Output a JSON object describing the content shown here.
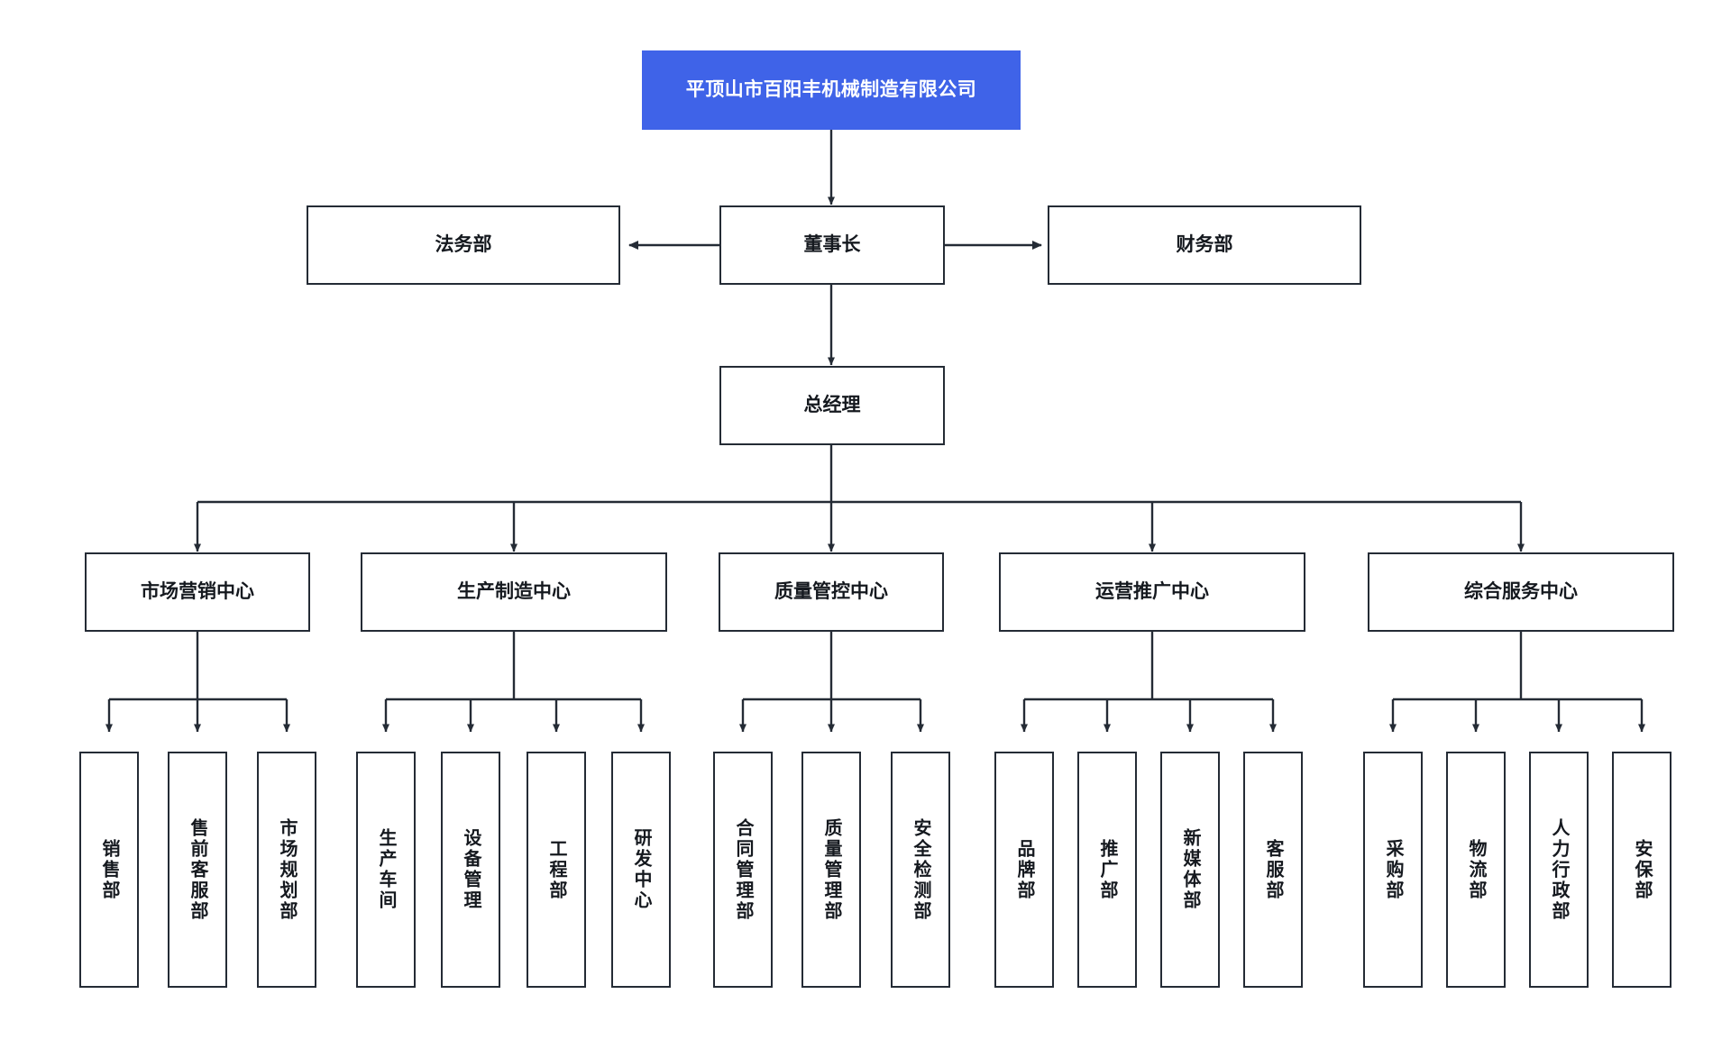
{
  "diagram": {
    "type": "org-chart",
    "title": "平顶山市百阳丰机械制造有限公司",
    "accent_color": "#3f63e8",
    "border_color": "#242b35",
    "background_color": "#ffffff",
    "text_color": "#15191f",
    "root": {
      "label": "平顶山市百阳丰机械制造有限公司"
    },
    "chairman": {
      "label": "董事长"
    },
    "staff_left": {
      "label": "法务部"
    },
    "staff_right": {
      "label": "财务部"
    },
    "general_manager": {
      "label": "总经理"
    },
    "centers": [
      {
        "label": "市场营销中心",
        "children": [
          {
            "label": "销售部"
          },
          {
            "label": "售前客服部"
          },
          {
            "label": "市场规划部"
          }
        ]
      },
      {
        "label": "生产制造中心",
        "children": [
          {
            "label": "生产车间"
          },
          {
            "label": "设备管理"
          },
          {
            "label": "工程部"
          },
          {
            "label": "研发中心"
          }
        ]
      },
      {
        "label": "质量管控中心",
        "children": [
          {
            "label": "合同管理部"
          },
          {
            "label": "质量管理部"
          },
          {
            "label": "安全检测部"
          }
        ]
      },
      {
        "label": "运营推广中心",
        "children": [
          {
            "label": "品牌部"
          },
          {
            "label": "推广部"
          },
          {
            "label": "新媒体部"
          },
          {
            "label": "客服部"
          }
        ]
      },
      {
        "label": "综合服务中心",
        "children": [
          {
            "label": "采购部"
          },
          {
            "label": "物流部"
          },
          {
            "label": "人力行政部"
          },
          {
            "label": "安保部"
          }
        ]
      }
    ]
  }
}
